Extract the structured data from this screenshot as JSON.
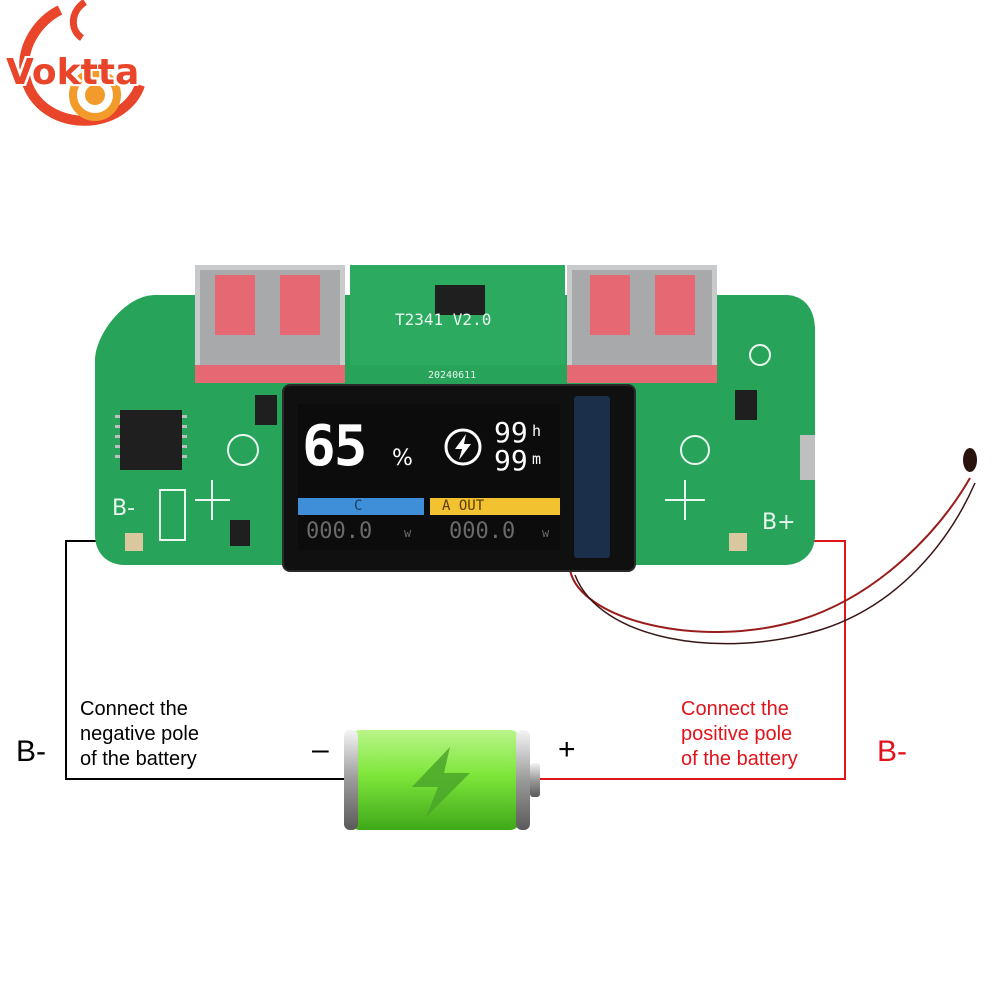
{
  "logo": {
    "text": "Voktta",
    "icon": "koi-fish-logo-icon"
  },
  "board": {
    "model": "T2341 V2.0",
    "date": "20240611",
    "terminal_negative": "B-",
    "terminal_positive": "B+"
  },
  "display": {
    "percent": "65",
    "percent_sign": "%",
    "hours_value": "99",
    "hours_unit": "h",
    "minutes_value": "99",
    "minutes_unit": "m",
    "bar_left_label": "C",
    "bar_right_label": "A OUT",
    "left_power_value": "000.0",
    "left_power_unit": "w",
    "right_power_value": "000.0",
    "right_power_unit": "w",
    "icon": "lightning-icon"
  },
  "annotations": {
    "left_pole": "B-",
    "left_desc_lines": [
      "Connect the",
      "negative pole",
      "of the battery"
    ],
    "right_pole": "B-",
    "right_desc_lines": [
      "Connect the",
      "positive pole",
      "of the battery"
    ],
    "minus_sign": "–",
    "plus_sign": "+"
  },
  "colors": {
    "pcb": "#27a35a",
    "usb_tab": "#e66873",
    "negative_wire": "#000000",
    "positive_wire": "#e0141b",
    "battery_green": "#7ee63a",
    "lcd_blue_bar": "#3f8fd8",
    "lcd_yellow_bar": "#f2c230"
  }
}
